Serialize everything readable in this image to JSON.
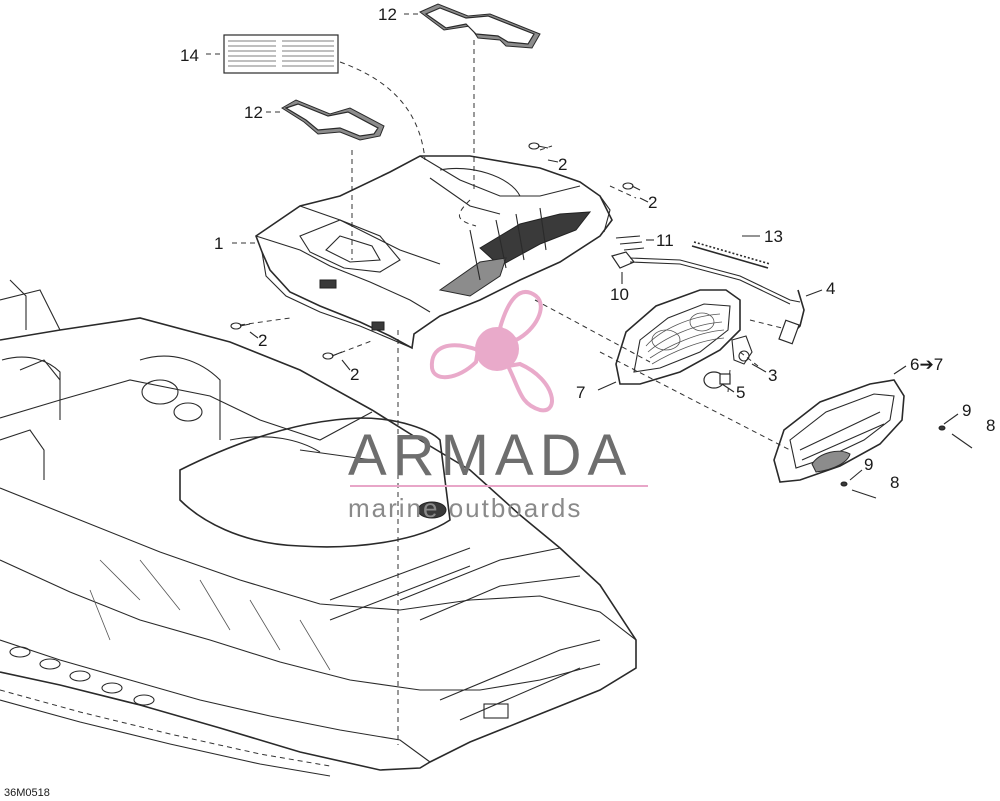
{
  "diagram_code": "36M0518",
  "callouts": [
    {
      "label": "12"
    },
    {
      "label": "14"
    },
    {
      "label": "12"
    },
    {
      "label": "2"
    },
    {
      "label": "2"
    },
    {
      "label": "1"
    },
    {
      "label": "11"
    },
    {
      "label": "13"
    },
    {
      "label": "10"
    },
    {
      "label": "4"
    },
    {
      "label": "2"
    },
    {
      "label": "2"
    },
    {
      "label": "3"
    },
    {
      "label": "6➔7"
    },
    {
      "label": "7"
    },
    {
      "label": "5"
    },
    {
      "label": "9"
    },
    {
      "label": "8"
    },
    {
      "label": "9"
    },
    {
      "label": "8"
    }
  ],
  "watermark": {
    "title": "ARMADA",
    "subtitle": "marine outboards",
    "title_color": "#6e6e6e",
    "logo_color": "#e8a6c8",
    "rule_color": "#e8a6c8"
  }
}
